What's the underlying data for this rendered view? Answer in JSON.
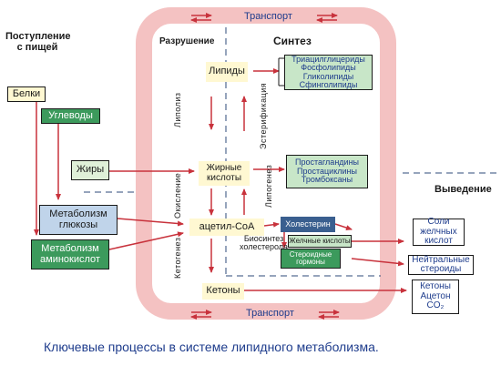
{
  "caption": "Ключевые процессы в системе липидного метаболизма.",
  "headers": {
    "intake": "Поступление\nс пищей",
    "breakdown": "Разрушение",
    "synthesis": "Синтез",
    "excretion": "Выведение",
    "transport_top": "Транспорт",
    "transport_bottom": "Транспорт"
  },
  "intake": {
    "proteins": "Белки",
    "carbs": "Углеводы",
    "fats": "Жиры",
    "glucose_metabolism": "Метаболизм\nглюкозы",
    "amino_metabolism": "Метаболизм\nаминокислот"
  },
  "center": {
    "lipids": "Липиды",
    "fatty_acids": "Жирные\nкислоты",
    "acetyl_coa": "ацетил-СоА",
    "ketones": "Кетоны"
  },
  "synthesis": {
    "complex_lipids": "Триацилглицериды\nФосфолипиды\nГликолипиды\nСфинголипиды",
    "eicosanoids": "Простагландины\nПростациклины\nТромбоксаны",
    "cholesterol": "Холестерин",
    "bile_acids": "Желчные кислоты",
    "steroids": "Стероидные\nгормоны"
  },
  "processes": {
    "lipolysis": "Липолиз",
    "esterification": "Эстерификация",
    "oxidation": "Окисление",
    "lipogenesis": "Липогенез",
    "ketogenesis": "Кетогенез",
    "cholesterol_biosynthesis": "Биосинтез\nхолестерола"
  },
  "excretion": {
    "bile_salts": "Соли\nжелчных\nкислот",
    "neutral_steroids": "Нейтральные\nстероиды",
    "ketones_out": "Кетоны\nАцетон\nCO₂"
  },
  "colors": {
    "ring": "#f4c2c2",
    "arrow": "#c8323c",
    "box_green": "#c8e6c8",
    "box_yellow": "#fff8d2",
    "box_blue": "#c0d4ea",
    "text_blue": "#1e3c8c",
    "dashed": "#2c4a7a"
  }
}
